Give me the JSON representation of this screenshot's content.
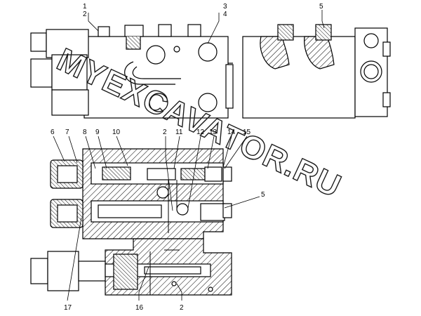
{
  "callouts": {
    "c1": "1",
    "c2a": "2",
    "c3": "3",
    "c4": "4",
    "c5a": "5",
    "c6": "6",
    "c7": "7",
    "c8": "8",
    "c9": "9",
    "c10": "10",
    "c2b": "2",
    "c11": "11",
    "c12": "12",
    "c13": "13",
    "c14": "14",
    "c15": "15",
    "c5b": "5",
    "c17": "17",
    "c16": "16",
    "c2c": "2"
  },
  "watermark": "MYEXCAVATOR.RU"
}
